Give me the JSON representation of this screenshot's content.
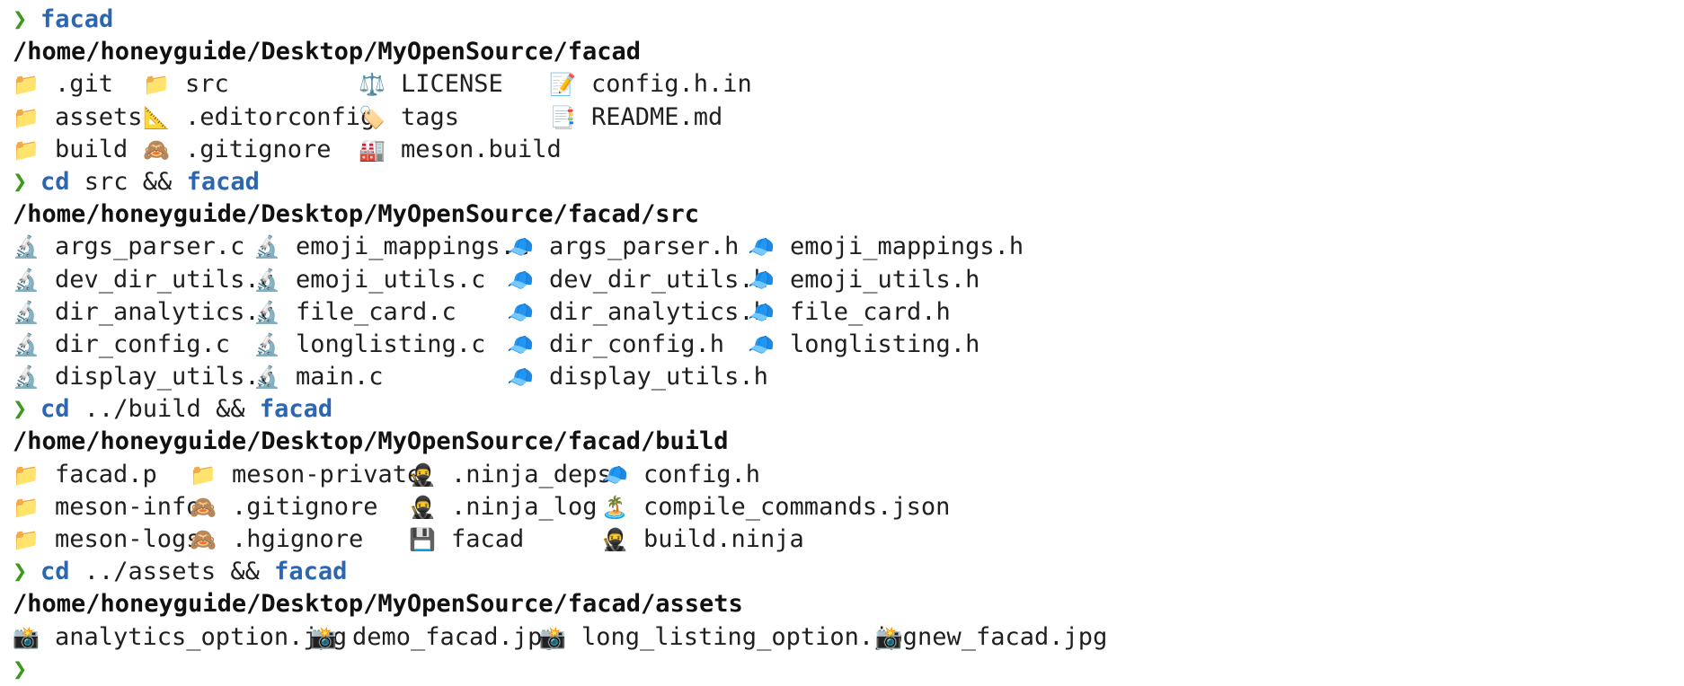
{
  "theme": {
    "prompt_color": "#3d9a1d",
    "command_color": "#2d66b0",
    "text_color": "#1f1f1f",
    "background": "#ffffff"
  },
  "prompt_symbol": "❯",
  "blocks": [
    {
      "command": {
        "cd": "",
        "arg": "",
        "amp": "",
        "name": "facad"
      },
      "cwd": "/home/honeyguide/Desktop/MyOpenSource/facad",
      "rows": [
        [
          {
            "icon": "📁",
            "icon_name": "folder-icon",
            "name": ".git"
          },
          {
            "icon": "📁",
            "icon_name": "folder-icon",
            "name": "src"
          },
          {
            "icon": "⚖️",
            "icon_name": "scales-icon",
            "name": "LICENSE"
          },
          {
            "icon": "📝",
            "icon_name": "memo-icon",
            "name": "config.h.in"
          }
        ],
        [
          {
            "icon": "📁",
            "icon_name": "folder-icon",
            "name": "assets"
          },
          {
            "icon": "📐",
            "icon_name": "triangle-ruler-icon",
            "name": ".editorconfig"
          },
          {
            "icon": "🏷️",
            "icon_name": "label-icon",
            "name": "tags"
          },
          {
            "icon": "📑",
            "icon_name": "bookmark-tabs-icon",
            "name": "README.md"
          }
        ],
        [
          {
            "icon": "📁",
            "icon_name": "folder-icon",
            "name": "build"
          },
          {
            "icon": "🙈",
            "icon_name": "see-no-evil-monkey-icon",
            "name": ".gitignore"
          },
          {
            "icon": "🏭",
            "icon_name": "factory-icon",
            "name": "meson.build"
          }
        ]
      ]
    },
    {
      "command": {
        "cd": "cd",
        "arg": " src",
        "amp": " && ",
        "name": "facad"
      },
      "cwd": "/home/honeyguide/Desktop/MyOpenSource/facad/src",
      "rows": [
        [
          {
            "icon": "🔬",
            "icon_name": "microscope-icon",
            "name": "args_parser.c"
          },
          {
            "icon": "🔬",
            "icon_name": "microscope-icon",
            "name": "emoji_mappings.c"
          },
          {
            "icon": "🧢",
            "icon_name": "cap-icon",
            "name": "args_parser.h"
          },
          {
            "icon": "🧢",
            "icon_name": "cap-icon",
            "name": "emoji_mappings.h"
          }
        ],
        [
          {
            "icon": "🔬",
            "icon_name": "microscope-icon",
            "name": "dev_dir_utils.c"
          },
          {
            "icon": "🔬",
            "icon_name": "microscope-icon",
            "name": "emoji_utils.c"
          },
          {
            "icon": "🧢",
            "icon_name": "cap-icon",
            "name": "dev_dir_utils.h"
          },
          {
            "icon": "🧢",
            "icon_name": "cap-icon",
            "name": "emoji_utils.h"
          }
        ],
        [
          {
            "icon": "🔬",
            "icon_name": "microscope-icon",
            "name": "dir_analytics.c"
          },
          {
            "icon": "🔬",
            "icon_name": "microscope-icon",
            "name": "file_card.c"
          },
          {
            "icon": "🧢",
            "icon_name": "cap-icon",
            "name": "dir_analytics.h"
          },
          {
            "icon": "🧢",
            "icon_name": "cap-icon",
            "name": "file_card.h"
          }
        ],
        [
          {
            "icon": "🔬",
            "icon_name": "microscope-icon",
            "name": "dir_config.c"
          },
          {
            "icon": "🔬",
            "icon_name": "microscope-icon",
            "name": "longlisting.c"
          },
          {
            "icon": "🧢",
            "icon_name": "cap-icon",
            "name": "dir_config.h"
          },
          {
            "icon": "🧢",
            "icon_name": "cap-icon",
            "name": "longlisting.h"
          }
        ],
        [
          {
            "icon": "🔬",
            "icon_name": "microscope-icon",
            "name": "display_utils.c"
          },
          {
            "icon": "🔬",
            "icon_name": "microscope-icon",
            "name": "main.c"
          },
          {
            "icon": "🧢",
            "icon_name": "cap-icon",
            "name": "display_utils.h"
          }
        ]
      ]
    },
    {
      "command": {
        "cd": "cd",
        "arg": " ../build",
        "amp": " && ",
        "name": "facad"
      },
      "cwd": "/home/honeyguide/Desktop/MyOpenSource/facad/build",
      "rows": [
        [
          {
            "icon": "📁",
            "icon_name": "folder-icon",
            "name": "facad.p"
          },
          {
            "icon": "📁",
            "icon_name": "folder-icon",
            "name": "meson-private"
          },
          {
            "icon": "🥷",
            "icon_name": "ninja-icon",
            "name": ".ninja_deps"
          },
          {
            "icon": "🧢",
            "icon_name": "cap-icon",
            "name": "config.h"
          }
        ],
        [
          {
            "icon": "📁",
            "icon_name": "folder-icon",
            "name": "meson-info"
          },
          {
            "icon": "🙈",
            "icon_name": "see-no-evil-monkey-icon",
            "name": ".gitignore"
          },
          {
            "icon": "🥷",
            "icon_name": "ninja-icon",
            "name": ".ninja_log"
          },
          {
            "icon": "🏝️",
            "icon_name": "island-icon",
            "name": "compile_commands.json"
          }
        ],
        [
          {
            "icon": "📁",
            "icon_name": "folder-icon",
            "name": "meson-logs"
          },
          {
            "icon": "🙈",
            "icon_name": "see-no-evil-monkey-icon",
            "name": ".hgignore"
          },
          {
            "icon": "💾",
            "icon_name": "floppy-disk-icon",
            "name": "facad"
          },
          {
            "icon": "🥷",
            "icon_name": "ninja-icon",
            "name": "build.ninja"
          }
        ]
      ]
    },
    {
      "command": {
        "cd": "cd",
        "arg": " ../assets",
        "amp": " && ",
        "name": "facad"
      },
      "cwd": "/home/honeyguide/Desktop/MyOpenSource/facad/assets",
      "rows": [
        [
          {
            "icon": "📸",
            "icon_name": "camera-flash-icon",
            "name": "analytics_option.jpg"
          },
          {
            "icon": "📸",
            "icon_name": "camera-flash-icon",
            "name": "demo_facad.jpg"
          },
          {
            "icon": "📸",
            "icon_name": "camera-flash-icon",
            "name": "long_listing_option.jpg"
          },
          {
            "icon": "📸",
            "icon_name": "camera-flash-icon",
            "name": "new_facad.jpg"
          }
        ]
      ]
    }
  ]
}
